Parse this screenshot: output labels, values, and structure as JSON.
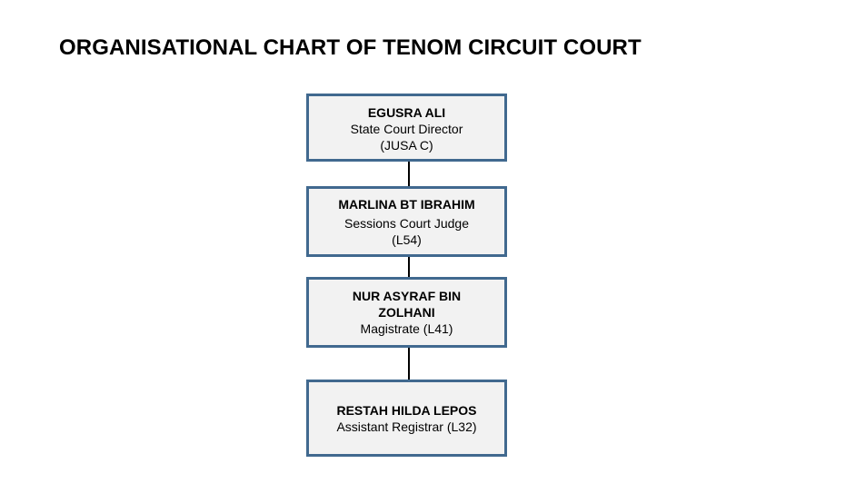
{
  "title": "ORGANISATIONAL CHART OF TENOM CIRCUIT COURT",
  "nodes": [
    {
      "name": "EGUSRA ALI",
      "role": "State Court Director",
      "grade": "(JUSA C)"
    },
    {
      "name": "MARLINA BT IBRAHIM",
      "role": "Sessions Court Judge",
      "grade": "(L54)"
    },
    {
      "name_line1": "NUR ASYRAF BIN",
      "name_line2": "ZOLHANI",
      "role": "Magistrate (L41)"
    },
    {
      "name": "RESTAH HILDA LEPOS",
      "role": "Assistant Registrar (L32)"
    }
  ],
  "colors": {
    "box_border": "#41698f",
    "box_fill": "#f2f2f2",
    "connector": "#000000"
  }
}
